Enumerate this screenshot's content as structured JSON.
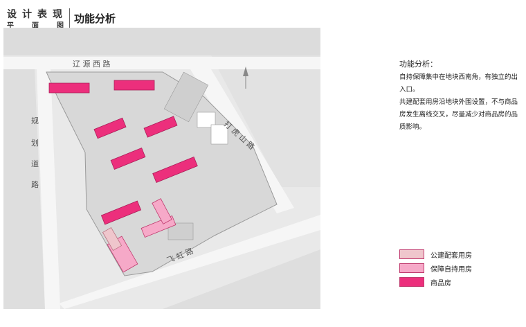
{
  "header": {
    "category": "设计表现",
    "subcategory": "平面图",
    "title": "功能分析"
  },
  "roads": {
    "north": "辽 源 西 路",
    "east": "打 虎 山 路",
    "west": [
      "规",
      "划",
      "道",
      "路"
    ],
    "south": "飞 虹 路"
  },
  "description": {
    "title": "功能分析：",
    "paragraphs": [
      "自持保障集中在地块西南角，有独立的出入口。",
      "共建配套用房沿地块外围设置，不与商品房发生离线交叉，尽量减少对商品房的品质影响。"
    ]
  },
  "legend": {
    "items": [
      {
        "label": "公建配套用房",
        "color": "#efc6cc"
      },
      {
        "label": "保障自持用房",
        "color": "#f6a9c8"
      },
      {
        "label": "商品房",
        "color": "#ec2f7c"
      }
    ]
  },
  "colors": {
    "public": "#efc6cc",
    "affordable": "#f6a9c8",
    "commercial": "#ec2f7c"
  }
}
